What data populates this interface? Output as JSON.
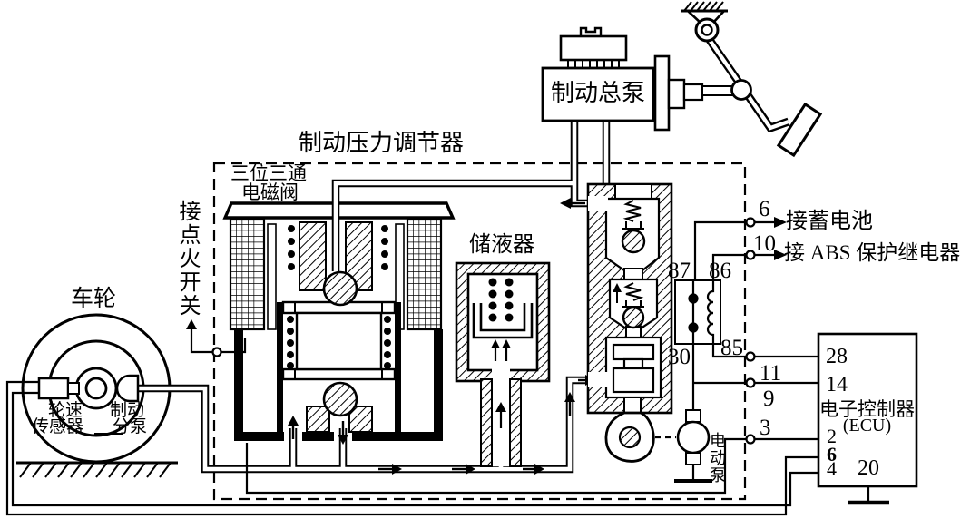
{
  "diagram": {
    "labels": {
      "regulator": "制动压力调节器",
      "solenoid1": "三位三通",
      "solenoid2": "电磁阀",
      "ignition": "接点火开关",
      "wheel": "车轮",
      "sensor1": "轮速",
      "sensor2": "传感器",
      "cylinder1": "制动",
      "cylinder2": "分泵",
      "reservoir": "储液器",
      "master": "制动总泵",
      "battery": "接蓄电池",
      "abs_relay": "接 ABS 保护继电器",
      "pump": "电动泵",
      "ecu1": "电子控制器",
      "ecu2": "(ECU)"
    },
    "terminals": {
      "six": "6",
      "ten": "10",
      "r87": "87",
      "r86": "86",
      "r30": "30",
      "r85": "85",
      "t11": "11",
      "t9": "9",
      "t3": "3"
    },
    "ecu_pins": {
      "p28": "28",
      "p14": "14",
      "p2": "2",
      "p6": "6",
      "p4": "4",
      "p20": "20"
    }
  }
}
